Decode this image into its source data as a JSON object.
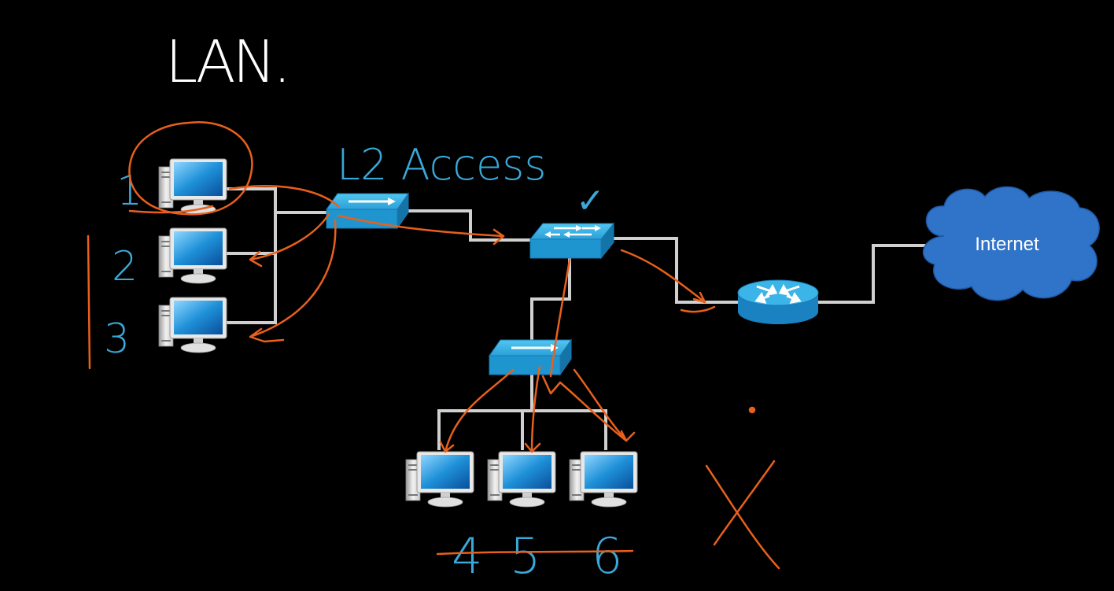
{
  "title": "LAN.",
  "switch_label": "L2 Access",
  "cloud_label": "Internet",
  "pc_numbers_left": [
    "1",
    "2",
    "3"
  ],
  "pc_numbers_bottom": [
    "4",
    "5",
    "6"
  ],
  "core_check": "✓",
  "colors": {
    "background": "#000000",
    "link": "#d0d0d0",
    "device_blue": "#29a8e0",
    "cloud_blue": "#2f74c8",
    "annotation_orange": "#e8601c",
    "annotation_blue": "#3aa8d8",
    "title_white": "#ffffff"
  },
  "icons": [
    "desktop-pc-icon",
    "layer2-switch-icon",
    "core-switch-icon",
    "router-icon",
    "cloud-icon"
  ]
}
